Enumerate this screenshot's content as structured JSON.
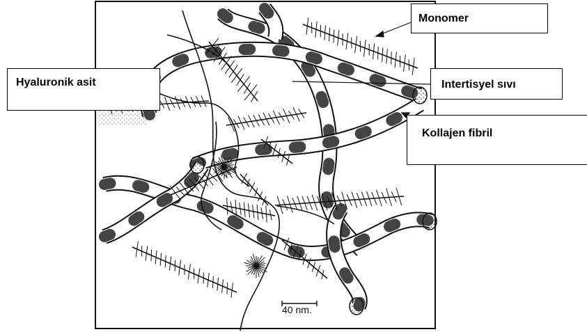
{
  "labels": {
    "monomer": "Monomer",
    "hyaluronic_acid": "Hyaluronik asit",
    "interstitial_fluid": "Intertisyel sıvı",
    "collagen_fibril": "Kollajen fibril"
  },
  "scale_bar": {
    "text": "40 nm."
  },
  "colors": {
    "ink": "#111111",
    "background": "#ffffff"
  }
}
